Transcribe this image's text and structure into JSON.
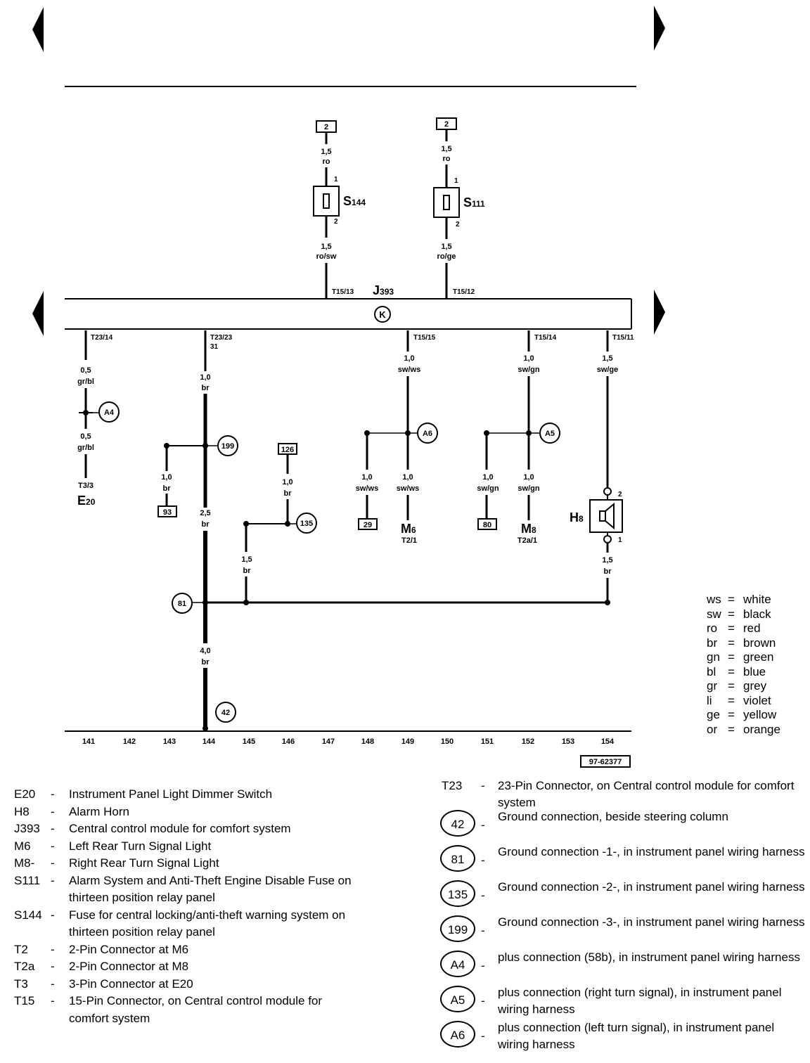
{
  "diagram": {
    "fuses": [
      {
        "name": "S",
        "sub": "144",
        "pin_top": "1",
        "pin_bottom": "2",
        "in_box": "2",
        "in_size": "1,5",
        "in_color": "ro",
        "out_size": "1,5",
        "out_color": "ro/sw",
        "connector": "T15/13"
      },
      {
        "name": "S",
        "sub": "111",
        "pin_top": "1",
        "pin_bottom": "2",
        "in_box": "2",
        "in_size": "1,5",
        "in_color": "ro",
        "out_size": "1,5",
        "out_color": "ro/ge",
        "connector": "T15/12"
      }
    ],
    "module": {
      "name": "J",
      "sub": "393",
      "symbol": "K"
    },
    "outputs": [
      {
        "connector": "T23/14",
        "size": "0,5",
        "color": "gr/bl"
      },
      {
        "connector": "T23/23",
        "extra": "31",
        "size": "1,0",
        "color": "br"
      },
      {
        "connector": "T15/15",
        "size": "1,0",
        "color": "sw/ws"
      },
      {
        "connector": "T15/14",
        "size": "1,0",
        "color": "sw/gn"
      },
      {
        "connector": "T15/11",
        "size": "1,5",
        "color": "sw/ge"
      }
    ],
    "e20": {
      "size": "0,5",
      "color": "gr/bl",
      "connector": "T3/3",
      "name": "E",
      "sub": "20",
      "plus": "A4"
    },
    "ground_branch": {
      "g199": "199",
      "left_size": "1,0",
      "left_color": "br",
      "left_box": "93",
      "main_size": "2,5",
      "main_color": "br"
    },
    "g135": {
      "box": "126",
      "size": "1,0",
      "color": "br",
      "circle": "135",
      "drop_size": "1,5",
      "drop_color": "br"
    },
    "m6": {
      "plus": "A6",
      "left_size": "1,0",
      "left_color": "sw/ws",
      "left_box": "29",
      "size": "1,0",
      "color": "sw/ws",
      "name": "M",
      "sub": "6",
      "connector": "T2/1"
    },
    "m8": {
      "plus": "A5",
      "left_size": "1,0",
      "left_color": "sw/gn",
      "left_box": "80",
      "size": "1,0",
      "color": "sw/gn",
      "name": "M",
      "sub": "8",
      "connector": "T2a/1"
    },
    "h8": {
      "name": "H",
      "sub": "8",
      "pin_top": "2",
      "pin_bottom": "1",
      "size": "1,5",
      "color": "br"
    },
    "ground81": "81",
    "ground42": "42",
    "bottom_size": "4,0",
    "bottom_color": "br",
    "columns": [
      "141",
      "142",
      "143",
      "144",
      "145",
      "146",
      "147",
      "148",
      "149",
      "150",
      "151",
      "152",
      "153",
      "154"
    ],
    "drawing_id": "97-62377"
  },
  "color_codes": [
    {
      "code": "ws",
      "name": "white"
    },
    {
      "code": "sw",
      "name": "black"
    },
    {
      "code": "ro",
      "name": "red"
    },
    {
      "code": "br",
      "name": "brown"
    },
    {
      "code": "gn",
      "name": "green"
    },
    {
      "code": "bl",
      "name": "blue"
    },
    {
      "code": "gr",
      "name": "grey"
    },
    {
      "code": "li",
      "name": "violet"
    },
    {
      "code": "ge",
      "name": "yellow"
    },
    {
      "code": "or",
      "name": "orange"
    }
  ],
  "legend_left": [
    {
      "code": "E20",
      "desc": "Instrument Panel Light Dimmer Switch"
    },
    {
      "code": "H8",
      "desc": "Alarm Horn"
    },
    {
      "code": "J393",
      "desc": "Central control module for comfort system"
    },
    {
      "code": "M6",
      "desc": "Left Rear Turn Signal Light"
    },
    {
      "code": "M8-",
      "desc": "Right Rear Turn Signal Light"
    },
    {
      "code": "S111",
      "desc": "Alarm System and Anti-Theft Engine Disable Fuse on thirteen position relay panel"
    },
    {
      "code": "S144",
      "desc": "Fuse for central locking/anti-theft warning system on thirteen position relay panel"
    },
    {
      "code": "T2",
      "desc": "2-Pin Connector at M6"
    },
    {
      "code": "T2a",
      "desc": "2-Pin Connector at M8"
    },
    {
      "code": "T3",
      "desc": "3-Pin Connector at E20"
    },
    {
      "code": "T15",
      "desc": "15-Pin Connector, on Central control module for comfort system"
    }
  ],
  "legend_right": [
    {
      "code": "T23",
      "desc": "23-Pin Connector, on Central control module for comfort system"
    },
    {
      "code": "42",
      "desc": "Ground connection, beside steering column"
    },
    {
      "code": "81",
      "desc": "Ground connection -1-, in instrument panel wiring harness"
    },
    {
      "code": "135",
      "desc": "Ground connection -2-, in instrument panel wiring harness"
    },
    {
      "code": "199",
      "desc": "Ground connection -3-, in instrument panel wiring harness"
    },
    {
      "code": "A4",
      "desc": "plus connection (58b), in instrument panel wiring harness"
    },
    {
      "code": "A5",
      "desc": "plus connection (right turn signal), in instrument panel wiring harness"
    },
    {
      "code": "A6",
      "desc": "plus connection (left turn signal), in instrument panel wiring harness"
    }
  ],
  "dash": "-",
  "eq": "="
}
